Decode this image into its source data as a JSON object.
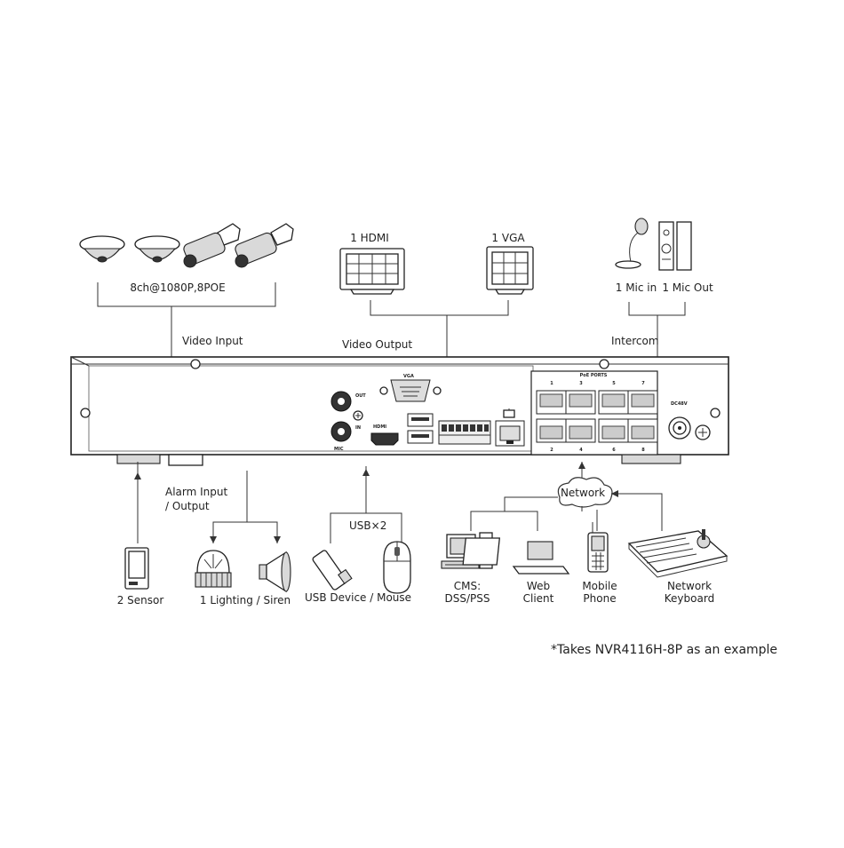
{
  "labels": {
    "cameras": "8ch@1080P,8POE",
    "video_input": "Video Input",
    "hdmi": "1 HDMI",
    "vga": "1 VGA",
    "video_output": "Video Output",
    "mic_in": "1 Mic in",
    "mic_out": "1 Mic Out",
    "intercom": "Intercom",
    "alarm_line1": "Alarm Input",
    "alarm_line2": "/ Output",
    "usb_x2": "USB×2",
    "network": "Network",
    "sensor": "2 Sensor",
    "lighting_siren": "1 Lighting / Siren",
    "usb_device_mouse": "USB Device / Mouse",
    "cms_line1": "CMS:",
    "cms_line2": "DSS/PSS",
    "web_line1": "Web",
    "web_line2": "Client",
    "mobile_line1": "Mobile",
    "mobile_line2": "Phone",
    "keyboard_line1": "Network",
    "keyboard_line2": "Keyboard"
  },
  "panel_labels": {
    "vga_port": "VGA",
    "hdmi_port": "HDMI",
    "audio_out": "OUT",
    "audio_in": "IN",
    "mic": "MIC",
    "poe_ports": "PoE PORTS",
    "power": "DC48V",
    "port_top": [
      "1",
      "3",
      "5",
      "7"
    ],
    "port_bottom": [
      "2",
      "4",
      "6",
      "8"
    ]
  },
  "footnote": "*Takes NVR4116H-8P as an example"
}
